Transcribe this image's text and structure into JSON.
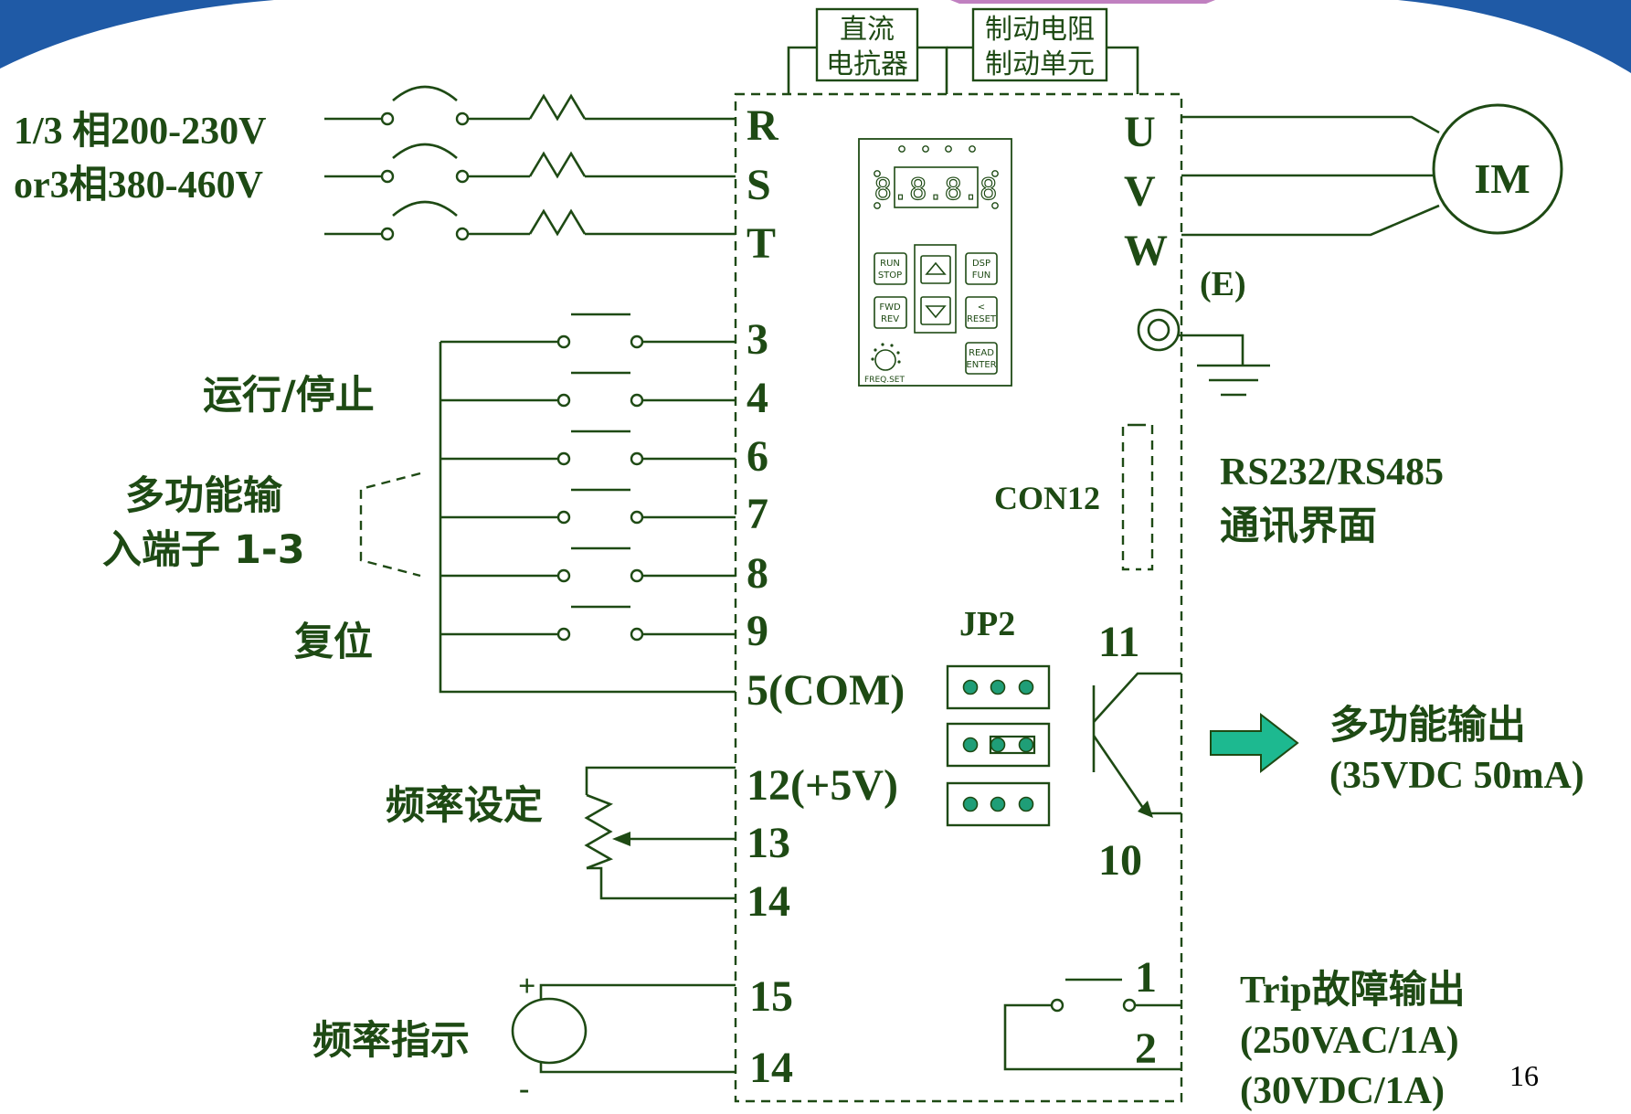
{
  "slide": {
    "page_number": "16",
    "colors": {
      "frame_blue": "#1f5aa6",
      "ink": "#1e4a14",
      "arrow": "#1db990",
      "jumper_dot": "#1f9e77"
    }
  },
  "top_boxes": {
    "dc_reactor": [
      "直流",
      "电抗器"
    ],
    "brake": [
      "制动电阻",
      "制动单元"
    ]
  },
  "power_input": {
    "line1": "1/3 相200-230V",
    "line2": "or3相380-460V"
  },
  "inverter_terminals": {
    "r": "R",
    "s": "S",
    "t": "T",
    "u": "U",
    "v": "V",
    "w": "W",
    "t3": "3",
    "t4": "4",
    "t6": "6",
    "t7": "7",
    "t8": "8",
    "t9": "9",
    "com": "5(COM)",
    "t12": "12(+5V)",
    "t13": "13",
    "t14a": "14",
    "t15": "15",
    "t14b": "14",
    "t11": "11",
    "t10": "10",
    "t1": "1",
    "t2": "2"
  },
  "motor": {
    "label": "IM"
  },
  "ground_label": "(E)",
  "left_labels": {
    "run_stop": "运行/停止",
    "multi_in": [
      "多功能输",
      "入端子 1-3"
    ],
    "reset": "复位",
    "freq_set": "频率设定",
    "freq_ind": "频率指示",
    "plus": "+",
    "minus": "-"
  },
  "keypad": {
    "display": "8.8.8.8",
    "keys": {
      "run_stop": [
        "RUN",
        "STOP"
      ],
      "fwd_rev": [
        "FWD",
        "REV"
      ],
      "dsp_fun": [
        "DSP",
        "FUN"
      ],
      "reset": [
        "<",
        "RESET"
      ],
      "read_enter": [
        "READ",
        "ENTER"
      ],
      "freq_set": "FREQ.SET"
    }
  },
  "con12": "CON12",
  "jp2": "JP2",
  "right_labels": {
    "comm": [
      "RS232/RS485",
      "通讯界面"
    ],
    "multi_out": [
      "多功能输出",
      "(35VDC 50mA)"
    ],
    "trip": [
      "Trip故障输出",
      "(250VAC/1A)",
      "(30VDC/1A)"
    ]
  }
}
